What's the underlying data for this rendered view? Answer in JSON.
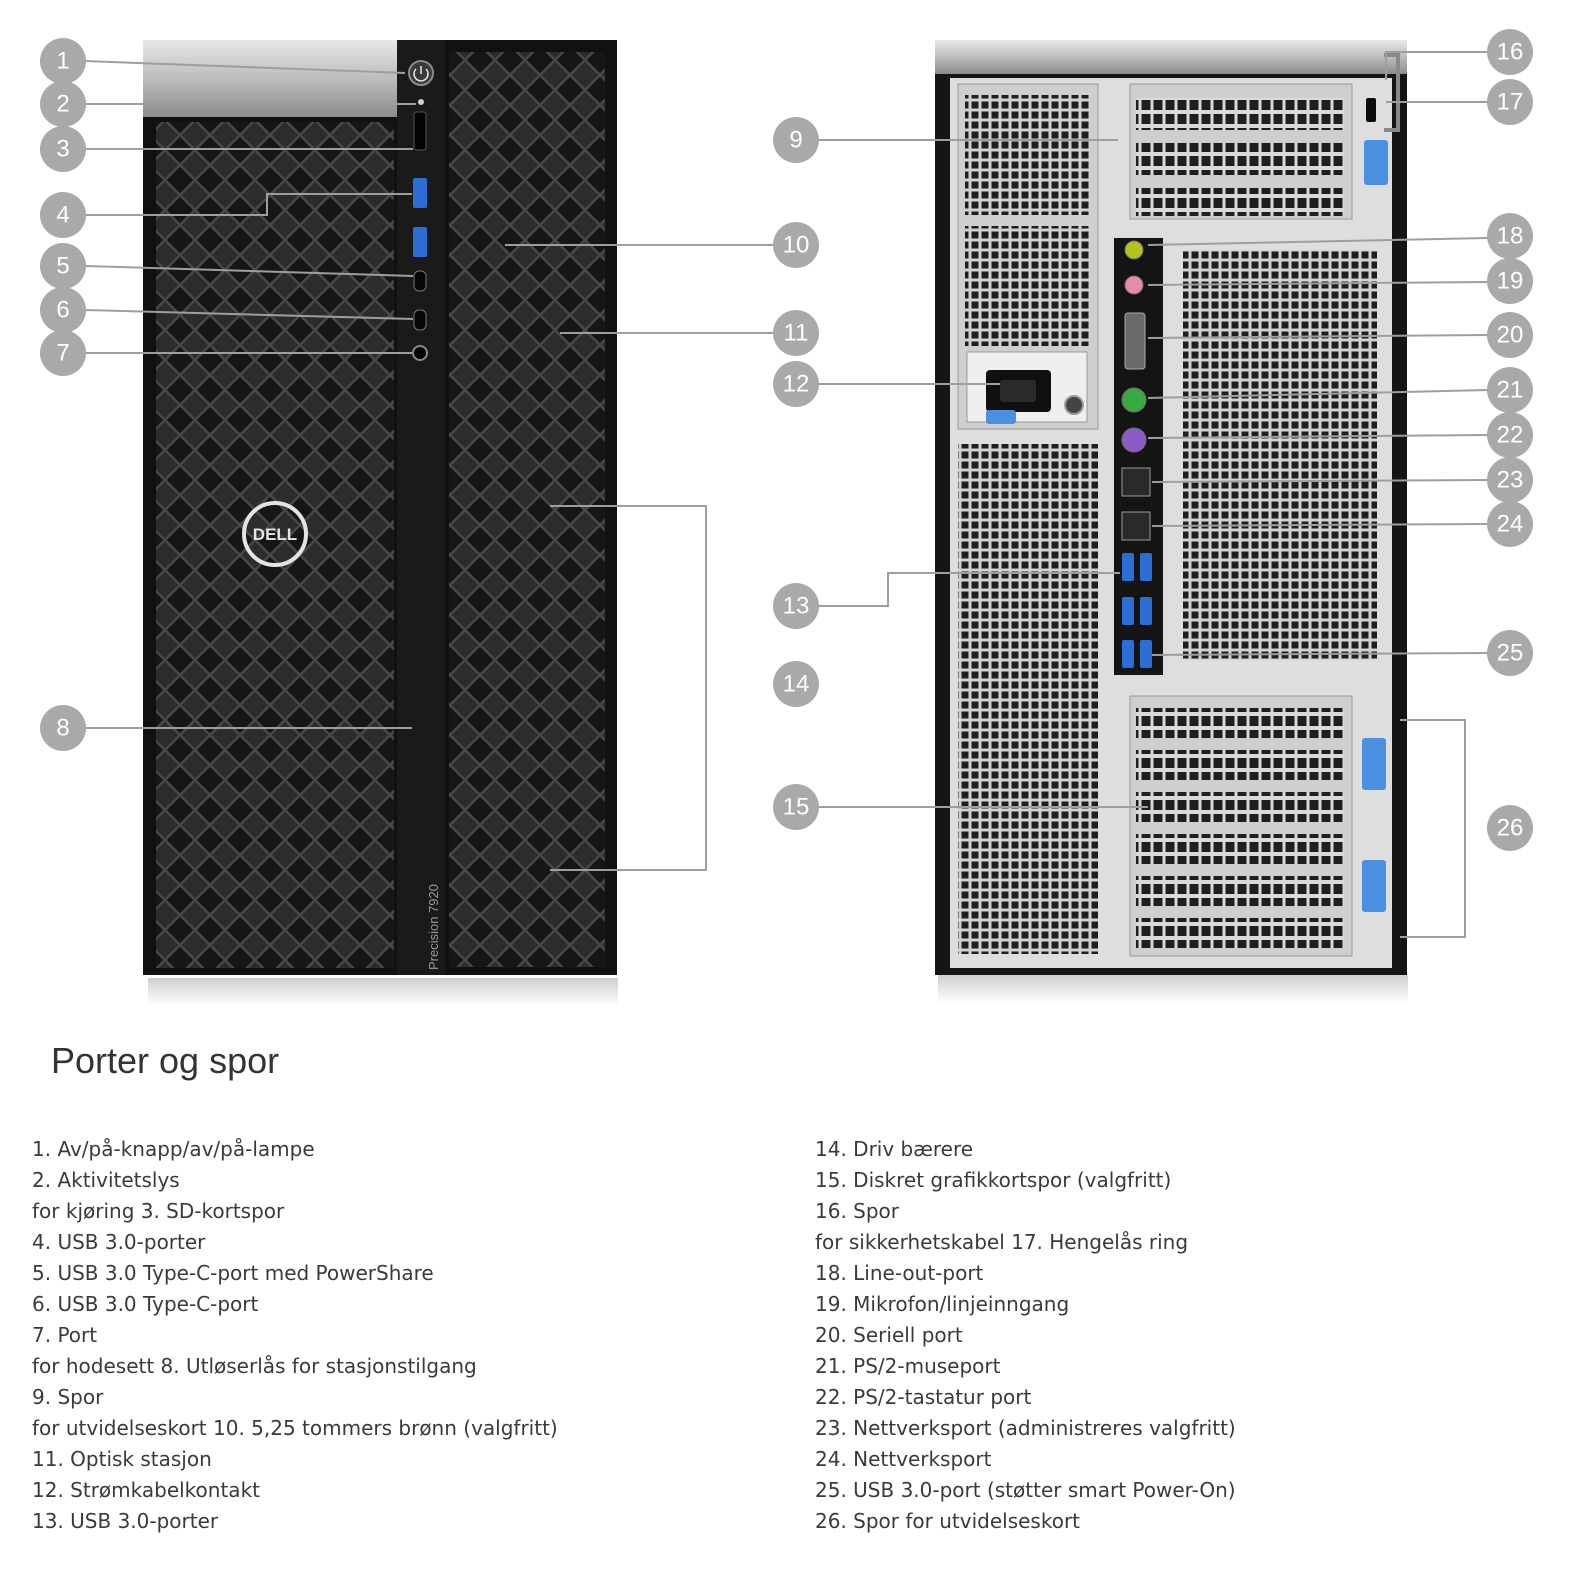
{
  "heading": "Porter og spor",
  "model_label": "Precision 7920",
  "logo_text": "DELL",
  "callout_numbers": [
    "1",
    "2",
    "3",
    "4",
    "5",
    "6",
    "7",
    "8",
    "9",
    "10",
    "11",
    "12",
    "13",
    "14",
    "15",
    "16",
    "17",
    "18",
    "19",
    "20",
    "21",
    "22",
    "23",
    "24",
    "25",
    "26"
  ],
  "legend_left": [
    "1. Av/på-knapp/av/på-lampe",
    "2. Aktivitetslys",
    "for kjøring 3. SD-kortspor",
    "4. USB 3.0-porter",
    "5. USB 3.0 Type-C-port med PowerShare",
    "6. USB 3.0 Type-C-port",
    "7. Port",
    "for hodesett 8. Utløserlås for stasjonstilgang",
    "9. Spor",
    "for utvidelseskort 10. 5,25 tommers brønn (valgfritt)",
    "11. Optisk stasjon",
    "12. Strømkabelkontakt",
    "13. USB 3.0-porter"
  ],
  "legend_right": [
    "14. Driv bærere",
    "15. Diskret grafikkortspor (valgfritt)",
    "16. Spor",
    "for sikkerhetskabel 17. Hengelås ring",
    "18. Line-out-port",
    "19. Mikrofon/linjeinngang",
    "20. Seriell port",
    "21. PS/2-museport",
    "22. PS/2-tastatur port",
    "23. Nettverksport (administreres valgfritt)",
    "24. Nettverksport",
    "25. USB 3.0-port (støtter smart Power-On)",
    "26. Spor for utvidelseskort"
  ],
  "colors": {
    "callout": "#a9a9a9",
    "chassis_dark": "#1c1c1c",
    "top_silver": "#c8c8c8",
    "rear_panel": "#e2e2e2",
    "usb_blue": "#2b6fd6",
    "line_out": "#b5c21c",
    "mic_in": "#e58bb0",
    "ps2_mouse": "#3aa845",
    "ps2_keyboard": "#8a5bc7",
    "release_latch": "#4a8fe0"
  }
}
